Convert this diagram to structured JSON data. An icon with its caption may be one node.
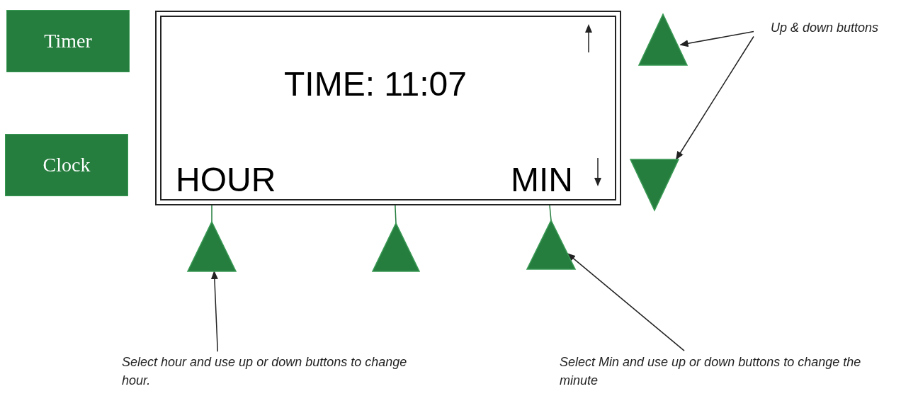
{
  "diagram": {
    "nodes": [
      {
        "text": [
          "Timer"
        ]
      },
      {
        "text": [
          "Clock"
        ]
      },
      {
        "text": [
          "TIME: 11:07",
          "HOUR",
          "MIN"
        ]
      },
      {
        "text": [],
        "shape": "triangle"
      },
      {
        "text": [],
        "shape": "triangle"
      },
      {
        "text": [],
        "shape": "triangle"
      },
      {
        "text": [],
        "shape": "triangle"
      },
      {
        "text": [],
        "shape": "triangle"
      },
      {
        "text": [
          "Up & down buttons"
        ]
      },
      {
        "text": [
          "Select hour and use up or down buttons to change hour."
        ]
      },
      {
        "text": [
          "Select Min and use up or down buttons to change the minute"
        ]
      }
    ],
    "edges": [
      {
        "from": 8,
        "to": 3,
        "arrow": "to"
      },
      {
        "from": 8,
        "to": 4,
        "arrow": "to"
      },
      {
        "from": 9,
        "to": 5,
        "arrow": "to"
      },
      {
        "from": 10,
        "to": 7,
        "arrow": "to"
      },
      {
        "from": 2,
        "to": 5,
        "arrow": "none",
        "color": "#257d3e"
      },
      {
        "from": 2,
        "to": 6,
        "arrow": "none",
        "color": "#257d3e"
      },
      {
        "from": 2,
        "to": 7,
        "arrow": "none",
        "color": "#257d3e"
      }
    ]
  }
}
